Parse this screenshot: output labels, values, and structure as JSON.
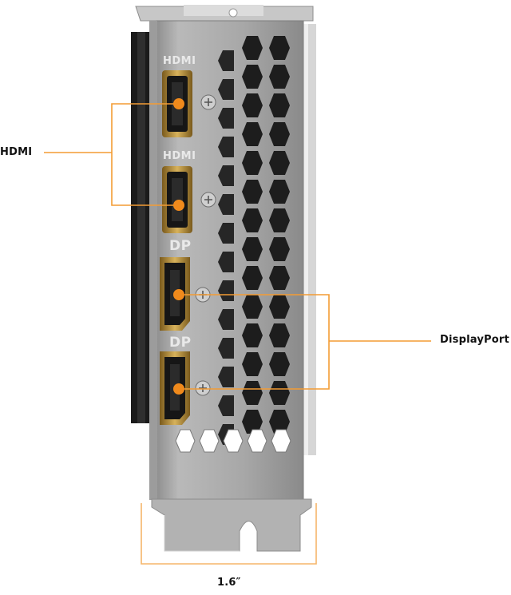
{
  "callouts": {
    "hdmi": "HDMI",
    "displayport": "DisplayPort",
    "width": "1.6″"
  },
  "bracket_markings": {
    "hdmi_top": "HDMI",
    "hdmi_bottom": "HDMI",
    "dp_top": "DP",
    "dp_bottom": "DP"
  },
  "colors": {
    "callout_line": "#F39C34",
    "dot": "#F08A1C",
    "bracket": "#A9A9A9",
    "port_gold": "#C9A24A"
  },
  "icons": [
    "hdmi-port",
    "displayport-port",
    "screw"
  ]
}
